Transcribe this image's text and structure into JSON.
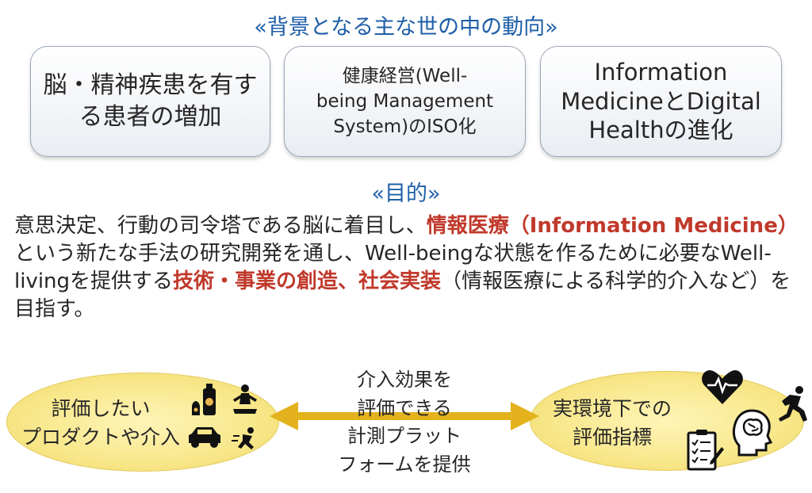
{
  "background_heading": "«背景となる主な世の中の動向»",
  "trends": [
    {
      "text": "脳・精神疾患を有す\nる患者の増加"
    },
    {
      "text": "健康経営(Well-\nbeing Management\nSystem)のISO化"
    },
    {
      "text": "Information\nMedicineとDigital\nHealthの進化"
    }
  ],
  "purpose_heading": "«目的»",
  "purpose": {
    "p1": "意思決定、行動の司令塔である脳に着目し、",
    "h1": "情報医療（Information Medicine）",
    "p2": "という新たな手法の研究開発を通し、Well-beingな状態を作るために必要なWell-livingを提供する",
    "h2": "技術・事業の創造、社会実装",
    "p3": "（情報医療による科学的介入など）を目指す。"
  },
  "left_ellipse_text": "評価したい\nプロダクトや介入",
  "center_text": "介入効果を\n評価できる\n計測プラット\nフォームを提供",
  "right_ellipse_text": "実環境下での\n評価指標",
  "icons": [
    "supplement-bottles-icon",
    "meditation-icon",
    "car-icon",
    "running-icon",
    "heart-rate-icon",
    "runner-icon",
    "head-brain-icon",
    "checklist-icon"
  ],
  "colors": {
    "heading": "#1f5fa8",
    "highlight": "#c0392b",
    "ellipse": "#f8e78a",
    "arrow": "#e3b21c"
  }
}
